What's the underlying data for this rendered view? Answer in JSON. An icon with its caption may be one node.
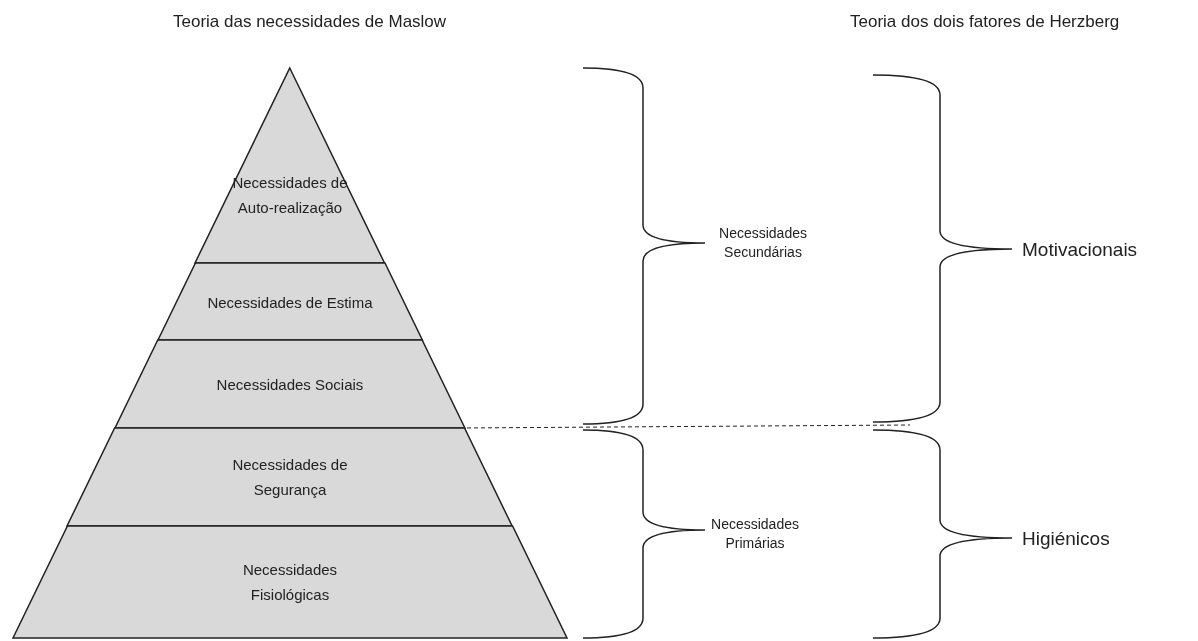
{
  "diagram": {
    "nodes": [
      {
        "text": [
          "Necessidades de Auto-realização"
        ]
      },
      {
        "text": [
          "Necessidades de Estima"
        ]
      },
      {
        "text": [
          "Necessidades Sociais"
        ]
      },
      {
        "text": [
          "Necessidades de Segurança"
        ]
      },
      {
        "text": [
          "Necessidades Fisiológicas"
        ]
      }
    ],
    "labels": [
      "Teoria das necessidades de Maslow",
      "Teoria dos dois fatores de Herzberg",
      "Necessidades Secundárias",
      "Motivacionais",
      "Necessidades Primárias",
      "Higiénicos"
    ]
  }
}
